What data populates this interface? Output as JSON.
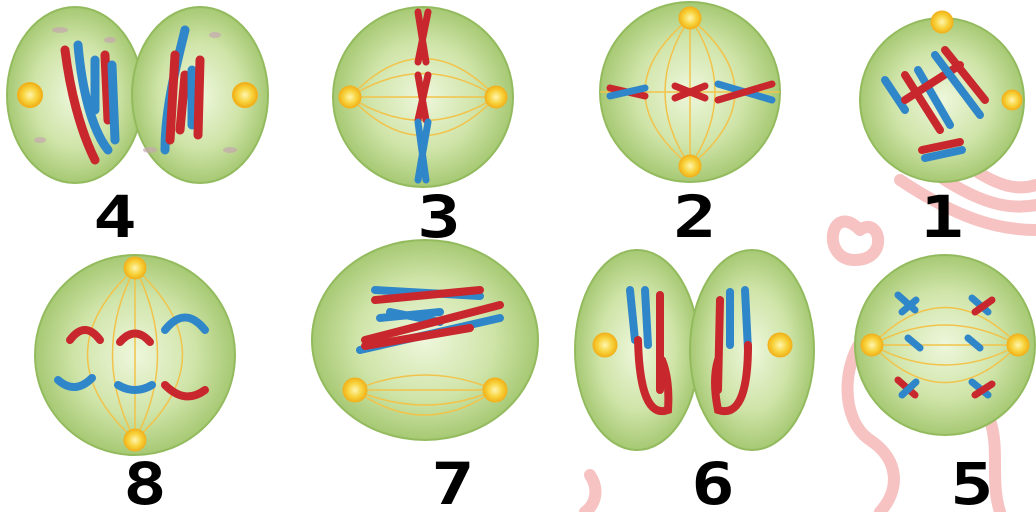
{
  "colors": {
    "cell_edge": "#9fc46a",
    "cell_mid": "#c8e0a0",
    "cell_center": "#e9f4d4",
    "spindle": "#f2c34a",
    "centrosome": "#f7d23a",
    "chrom_red": "#c8272d",
    "chrom_blue": "#2f86c8",
    "watermark": "#f4b6b6"
  },
  "cells": [
    {
      "id": "cell-4",
      "number": "4"
    },
    {
      "id": "cell-3",
      "number": "3"
    },
    {
      "id": "cell-2",
      "number": "2"
    },
    {
      "id": "cell-1",
      "number": "1"
    },
    {
      "id": "cell-8",
      "number": "8"
    },
    {
      "id": "cell-7",
      "number": "7"
    },
    {
      "id": "cell-6",
      "number": "6"
    },
    {
      "id": "cell-5",
      "number": "5"
    }
  ]
}
